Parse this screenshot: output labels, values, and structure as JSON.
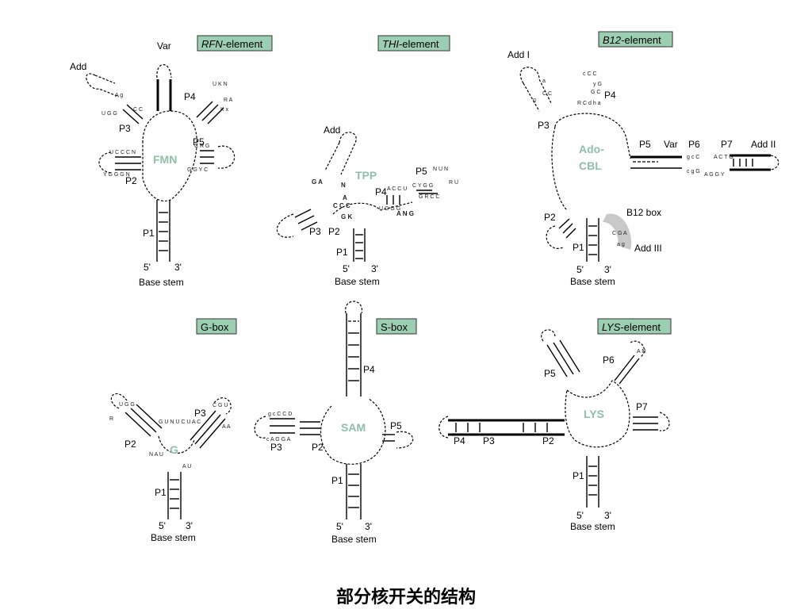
{
  "panels": {
    "rfn": {
      "title_italic": "RFN",
      "title_rest": "-element",
      "ligand": "FMN",
      "labels": {
        "var": "Var",
        "add": "Add",
        "p1": "P1",
        "p2": "P2",
        "p3": "P3",
        "p4": "P4",
        "p5": "P5",
        "five": "5'",
        "three": "3'",
        "base": "Base stem"
      }
    },
    "thi": {
      "title_italic": "THI",
      "title_rest": "-element",
      "ligand": "TPP",
      "labels": {
        "add": "Add",
        "p1": "P1",
        "p2": "P2",
        "p3": "P3",
        "p4": "P4",
        "p5": "P5",
        "five": "5'",
        "three": "3'",
        "base": "Base stem"
      }
    },
    "b12": {
      "title_italic": "B12",
      "title_rest": "-element",
      "ligand_1": "Ado-",
      "ligand_2": "CBL",
      "labels": {
        "add1": "Add I",
        "add2": "Add II",
        "add3": "Add III",
        "box": "B12 box",
        "var": "Var",
        "p1": "P1",
        "p2": "P2",
        "p3": "P3",
        "p4": "P4",
        "p5": "P5",
        "p6": "P6",
        "p7": "P7",
        "five": "5'",
        "three": "3'",
        "base": "Base stem"
      }
    },
    "gbox": {
      "title": "G-box",
      "ligand": "G",
      "labels": {
        "p1": "P1",
        "p2": "P2",
        "p3": "P3",
        "five": "5'",
        "three": "3'",
        "base": "Base stem"
      }
    },
    "sbox": {
      "title": "S-box",
      "ligand": "SAM",
      "labels": {
        "p1": "P1",
        "p2": "P2",
        "p3": "P3",
        "p4": "P4",
        "p5": "P5",
        "five": "5'",
        "three": "3'",
        "base": "Base stem"
      }
    },
    "lys": {
      "title_italic": "LYS",
      "title_rest": "-element",
      "ligand": "LYS",
      "labels": {
        "p1": "P1",
        "p2": "P2",
        "p3": "P3",
        "p4": "P4",
        "p5": "P5",
        "p6": "P6",
        "p7": "P7",
        "five": "5'",
        "three": "3'",
        "base": "Base stem"
      }
    }
  },
  "caption": "部分核开关的结构"
}
